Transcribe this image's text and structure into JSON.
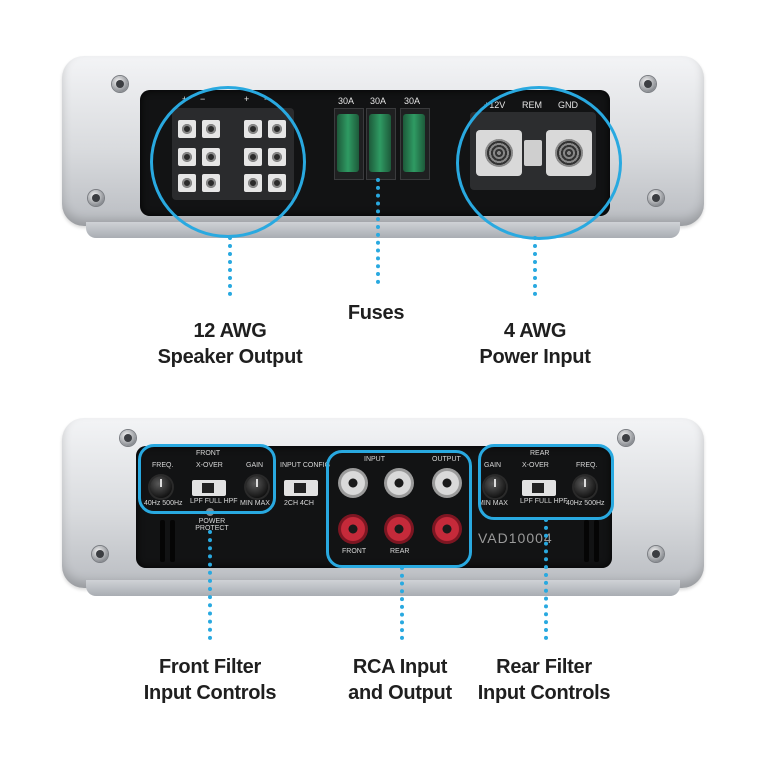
{
  "top_amp": {
    "fuse_ratings": [
      "30A",
      "30A",
      "30A"
    ],
    "power_terminals": [
      "+12V",
      "REM",
      "GND"
    ],
    "speaker_polarity": [
      "+",
      "−",
      "+",
      "−"
    ]
  },
  "bottom_amp": {
    "front_section": {
      "title": "FRONT",
      "freq_label": "FREQ.",
      "xover_label": "X-OVER",
      "gain_label": "GAIN",
      "freq_range": "40Hz  500Hz",
      "xover_modes": "LPF FULL HPF",
      "gain_range": "MIN   MAX",
      "power_protect": "POWER PROTECT"
    },
    "input_config": {
      "title": "INPUT CONFIG",
      "modes": "2CH   4CH"
    },
    "rca": {
      "input_label": "INPUT",
      "output_label": "OUTPUT",
      "front_label": "FRONT",
      "rear_label": "REAR"
    },
    "rear_section": {
      "title": "REAR",
      "gain_label": "GAIN",
      "xover_label": "X-OVER",
      "freq_label": "FREQ.",
      "gain_range": "MIN  MAX",
      "xover_modes": "LPF FULL HPF",
      "freq_range": "40Hz  500Hz"
    },
    "model": "VAD10004"
  },
  "callouts": {
    "speaker_output": {
      "line1": "12 AWG",
      "line2": "Speaker Output"
    },
    "fuses": {
      "line1": "Fuses"
    },
    "power_input": {
      "line1": "4 AWG",
      "line2": "Power Input"
    },
    "front_filter": {
      "line1": "Front Filter",
      "line2": "Input Controls"
    },
    "rca_io": {
      "line1": "RCA Input",
      "line2": "and Output"
    },
    "rear_filter": {
      "line1": "Rear Filter",
      "line2": "Input Controls"
    }
  },
  "colors": {
    "accent": "#29a9e0",
    "fuse": "#2f9b63",
    "rca_red": "#c52a3a"
  }
}
